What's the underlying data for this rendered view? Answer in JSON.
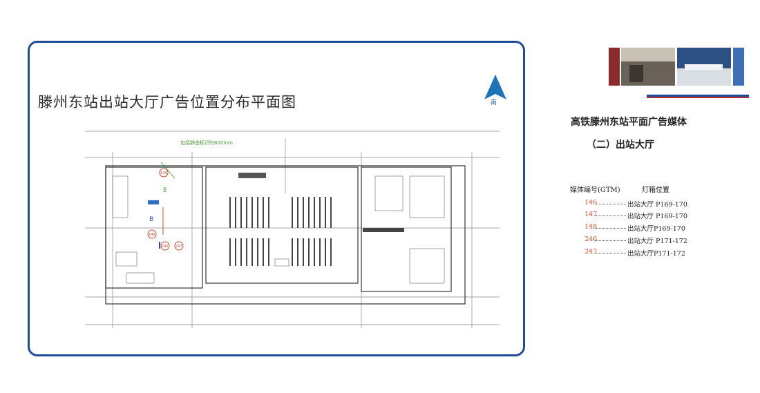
{
  "plan": {
    "title": "滕州东站出站大厅广告位置分布平面图",
    "north_label": "南",
    "annotation": "包括静态标识的600mm",
    "markers": [
      {
        "label": "149"
      },
      {
        "label": "E"
      },
      {
        "label": "B"
      },
      {
        "label": "146"
      },
      {
        "label": "246"
      },
      {
        "label": "247"
      }
    ]
  },
  "side": {
    "heading": "高铁滕州东站平面广告媒体",
    "subheading": "（二）出站大厅",
    "col_code": "媒体编号(GTM)",
    "col_position": "灯箱位置",
    "rows": [
      {
        "code": "146",
        "position": "出站大厅 P169-170"
      },
      {
        "code": "147",
        "position": "出站大厅 P169-170"
      },
      {
        "code": "148",
        "position": "出站大厅P169-170"
      },
      {
        "code": "246",
        "position": "出站大厅 P171-172"
      },
      {
        "code": "247",
        "position": "出站大厅P171-172"
      }
    ]
  },
  "colors": {
    "frame": "#1f4a97",
    "accent_red": "#d24a2a",
    "north_blue": "#1e73b8"
  }
}
